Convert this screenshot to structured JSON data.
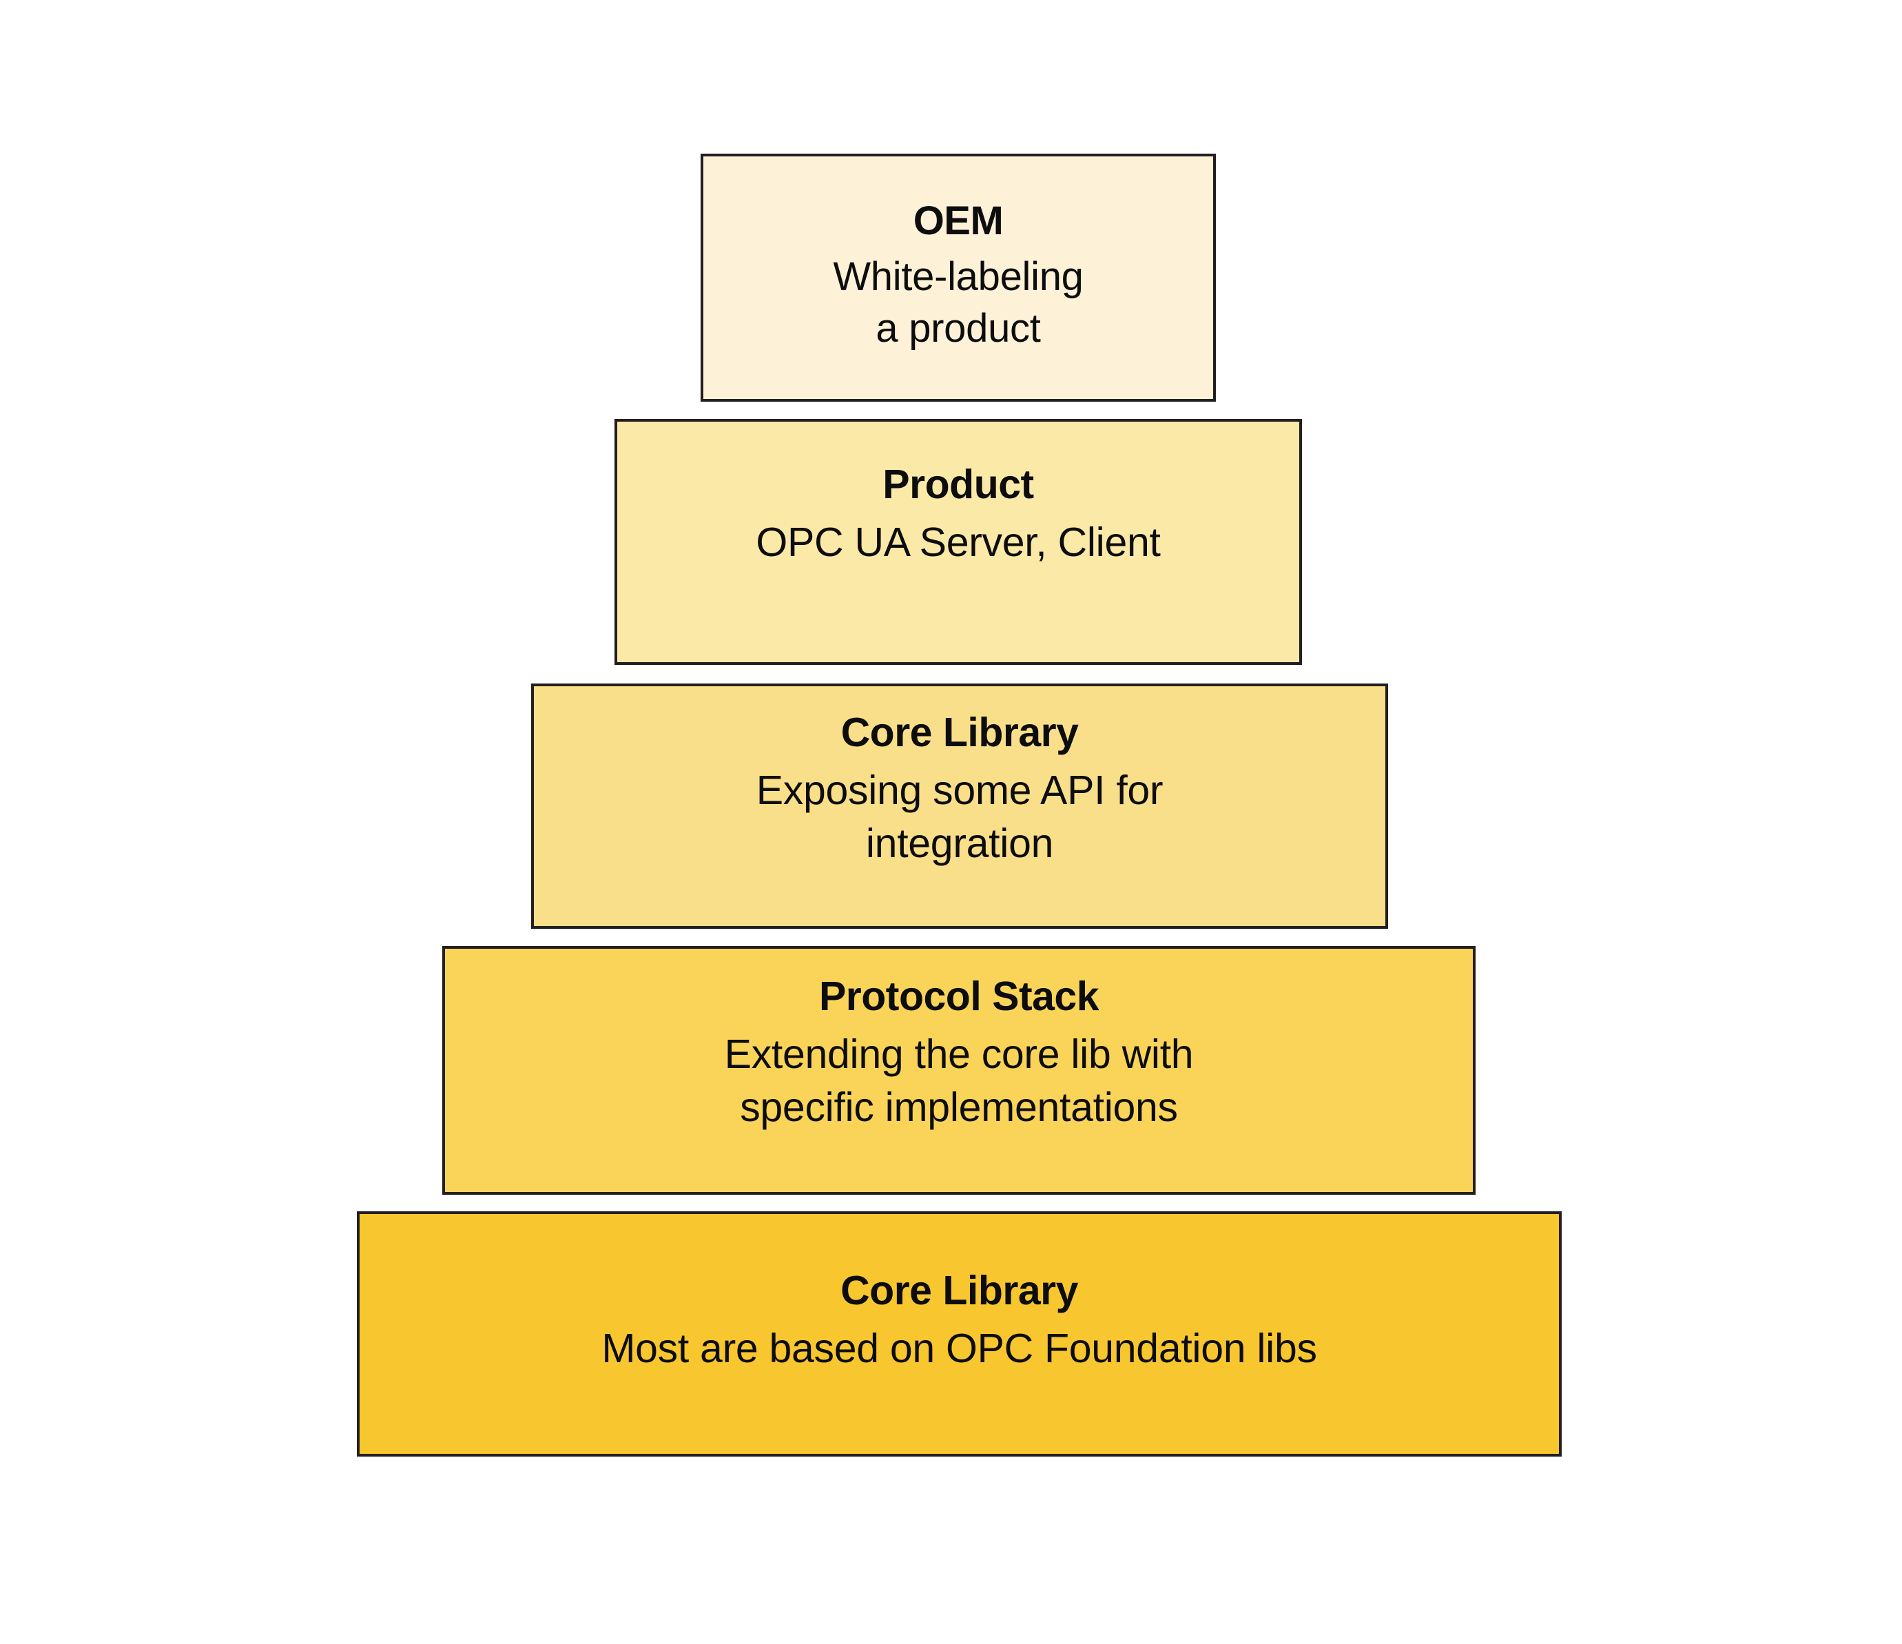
{
  "diagram": {
    "name": "OPC UA software stack pyramid",
    "type": "layered-pyramid",
    "background_color": "#ffffff",
    "border_color": "#231f20",
    "text_color": "#0d0d0d",
    "layers": [
      {
        "id": "oem",
        "title": "OEM",
        "description": "White-labeling\na product",
        "fill": "#fdf2d8",
        "level": 1
      },
      {
        "id": "product",
        "title": "Product",
        "description": "OPC UA Server, Client",
        "fill": "#fbe9a8",
        "level": 2
      },
      {
        "id": "core-library-api",
        "title": "Core Library",
        "description": "Exposing some API for\nintegration",
        "fill": "#fadf8a",
        "level": 3
      },
      {
        "id": "protocol-stack",
        "title": "Protocol Stack",
        "description": "Extending the core lib with\nspecific implementations",
        "fill": "#f9d459",
        "level": 4
      },
      {
        "id": "core-library-base",
        "title": "Core Library",
        "description": "Most are based on OPC Foundation libs",
        "fill": "#f8c62e",
        "level": 5
      }
    ]
  }
}
